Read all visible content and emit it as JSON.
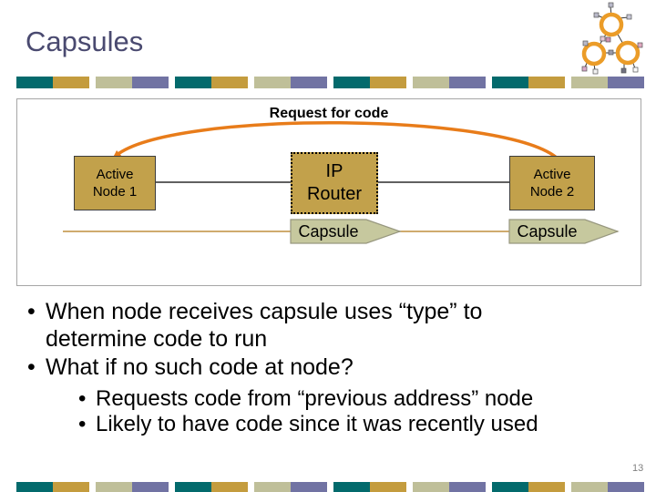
{
  "slide": {
    "title": "Capsules",
    "page_number": "13"
  },
  "colors": {
    "title_color": "#4a4a70",
    "teal": "#036a6c",
    "gold": "#c49c3e",
    "olive": "#bfbf99",
    "purple": "#7173a3",
    "node_fill": "#c2a14b",
    "capsule_fill": "#c6c89e",
    "capsule_border": "#97977f",
    "arc_color": "#e87c1a",
    "tan_line": "#bf8f3f"
  },
  "diagram": {
    "caption": "Request for code",
    "node1_line1": "Active",
    "node1_line2": "Node 1",
    "router_line1": "IP",
    "router_line2": "Router",
    "node2_line1": "Active",
    "node2_line2": "Node 2",
    "capsule1_label": "Capsule",
    "capsule2_label": "Capsule"
  },
  "bullets": {
    "bullet_char": "•",
    "items": [
      {
        "level": 1,
        "lines": [
          "When node receives capsule uses “type” to",
          "determine code to run"
        ]
      },
      {
        "level": 1,
        "lines": [
          "What if no such code at node?"
        ]
      },
      {
        "level": 2,
        "lines": [
          "Requests code from “previous address” node"
        ]
      },
      {
        "level": 2,
        "lines": [
          "Likely to have code since it was recently used"
        ]
      }
    ]
  },
  "icons": {
    "network_icon": "three connected network clouds with host squares"
  }
}
